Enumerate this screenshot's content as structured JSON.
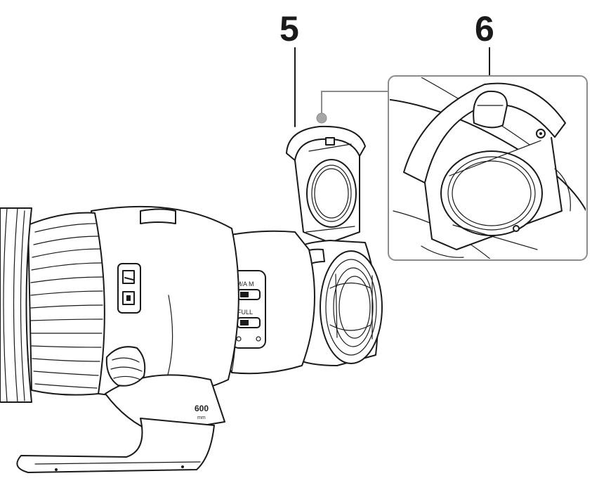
{
  "labels": {
    "step_a": "5",
    "step_b": "6",
    "focal_length": "600",
    "focal_unit": "mm",
    "switch_focus": "FULL",
    "switch_range": "M/A  M"
  },
  "colors": {
    "line": "#1a1a1a",
    "callout_dot": "#a6a6a6",
    "detail_frame": "#8c8c8c",
    "background": "#ffffff"
  },
  "icons": {
    "callout": "callout-dot-icon"
  }
}
